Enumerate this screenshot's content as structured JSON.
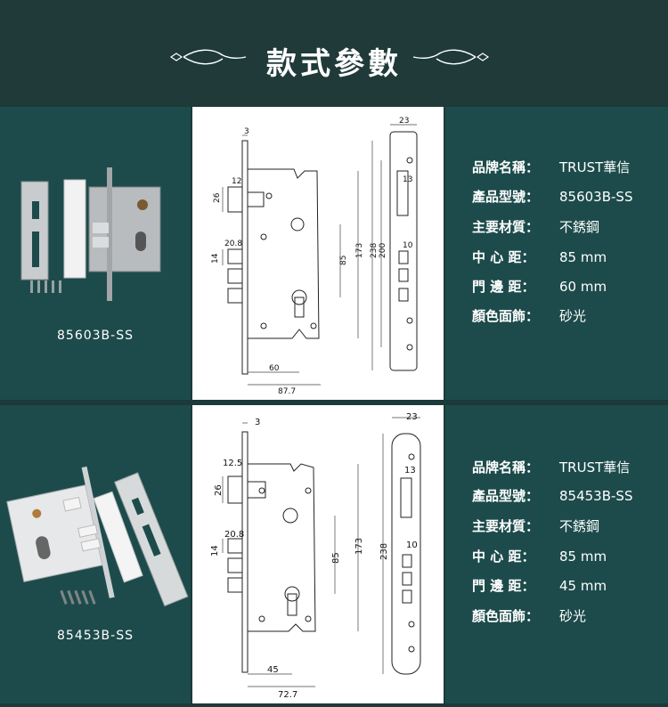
{
  "page_title": "款式參數",
  "products": [
    {
      "model_label": "85603B-SS",
      "dims": {
        "d3": "3",
        "d23": "23",
        "d12": "12",
        "d13": "13",
        "d26": "26",
        "d20_8": "20.8",
        "d14": "14",
        "d10": "10",
        "d85": "85",
        "d173": "173",
        "d238": "238",
        "d200": "200",
        "d60": "60",
        "d87_7": "87.7"
      },
      "specs": [
        {
          "key": "品牌名稱：",
          "value": "TRUST華信"
        },
        {
          "key": "產品型號：",
          "value": "85603B-SS"
        },
        {
          "key": "主要材質：",
          "value": "不銹鋼"
        },
        {
          "key": "中 心 距：",
          "value": "85 mm"
        },
        {
          "key": "門 邊 距：",
          "value": "60 mm"
        },
        {
          "key": "顏色面飾：",
          "value": "砂光"
        }
      ]
    },
    {
      "model_label": "85453B-SS",
      "dims": {
        "d3": "3",
        "d23": "23",
        "d12_5": "12.5",
        "d13": "13",
        "d26": "26",
        "d20_8": "20.8",
        "d14": "14",
        "d10": "10",
        "d85": "85",
        "d173": "173",
        "d238": "238",
        "d45": "45",
        "d72_7": "72.7"
      },
      "specs": [
        {
          "key": "品牌名稱：",
          "value": "TRUST華信"
        },
        {
          "key": "產品型號：",
          "value": "85453B-SS"
        },
        {
          "key": "主要材質：",
          "value": "不銹鋼"
        },
        {
          "key": "中 心 距：",
          "value": "85 mm"
        },
        {
          "key": "門 邊 距：",
          "value": "45 mm"
        },
        {
          "key": "顏色面飾：",
          "value": "砂光"
        }
      ]
    }
  ],
  "colors": {
    "background": "#1c3a39",
    "panel": "#1d4b4b",
    "drawing_bg": "#ffffff",
    "text": "#ffffff"
  }
}
